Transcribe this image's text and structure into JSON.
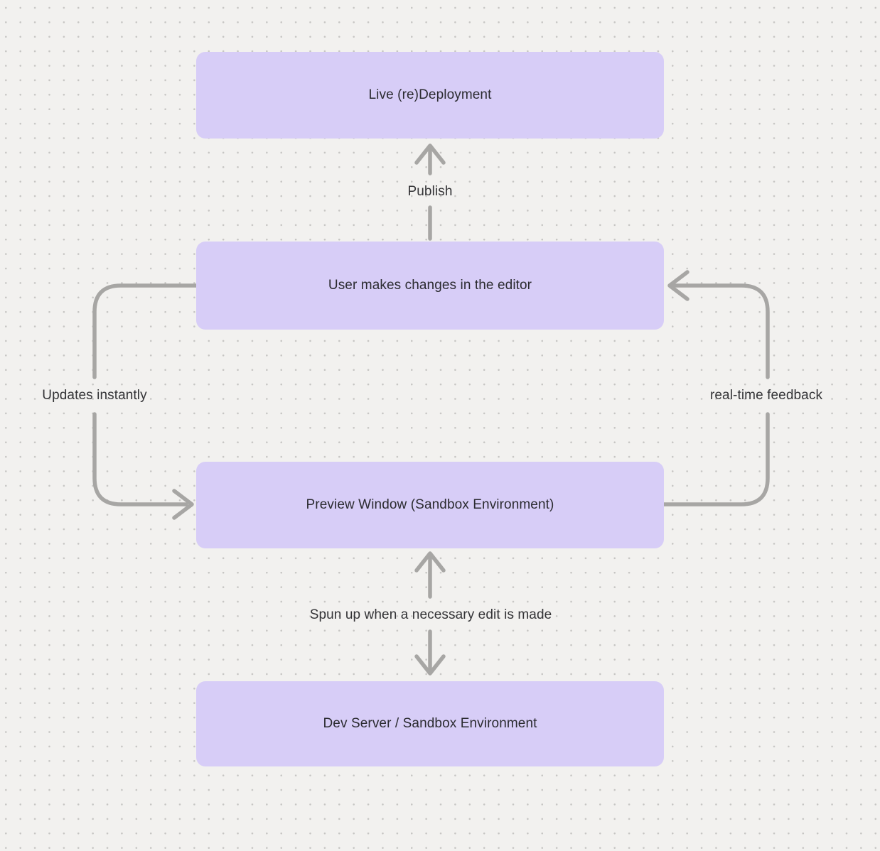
{
  "canvas": {
    "background_color": "#f2f1ef",
    "dot_color": "#c6c5c3",
    "node_fill_color": "#d7cdf7",
    "node_text_color": "#2b2b30",
    "arrow_color": "#a7a6a4",
    "label_text_color": "#333336"
  },
  "diagram": {
    "nodes": [
      {
        "label": "Live (re)Deployment"
      },
      {
        "label": "User makes changes in the editor"
      },
      {
        "label": "Preview Window (Sandbox Environment)"
      },
      {
        "label": "Dev Server / Sandbox Environment"
      }
    ],
    "edges": [
      {
        "label": "Publish",
        "from": "User makes changes in the editor",
        "to": "Live (re)Deployment",
        "direction": "up"
      },
      {
        "label": "Updates instantly",
        "from": "User makes changes in the editor",
        "to": "Preview Window (Sandbox Environment)",
        "direction": "left-loop-down"
      },
      {
        "label": "real-time feedback",
        "from": "Preview Window (Sandbox Environment)",
        "to": "User makes changes in the editor",
        "direction": "right-loop-up"
      },
      {
        "label": "Spun up when a necessary edit is made",
        "from": "Preview Window (Sandbox Environment)",
        "to": "Dev Server / Sandbox Environment",
        "direction": "bidirectional"
      }
    ]
  }
}
